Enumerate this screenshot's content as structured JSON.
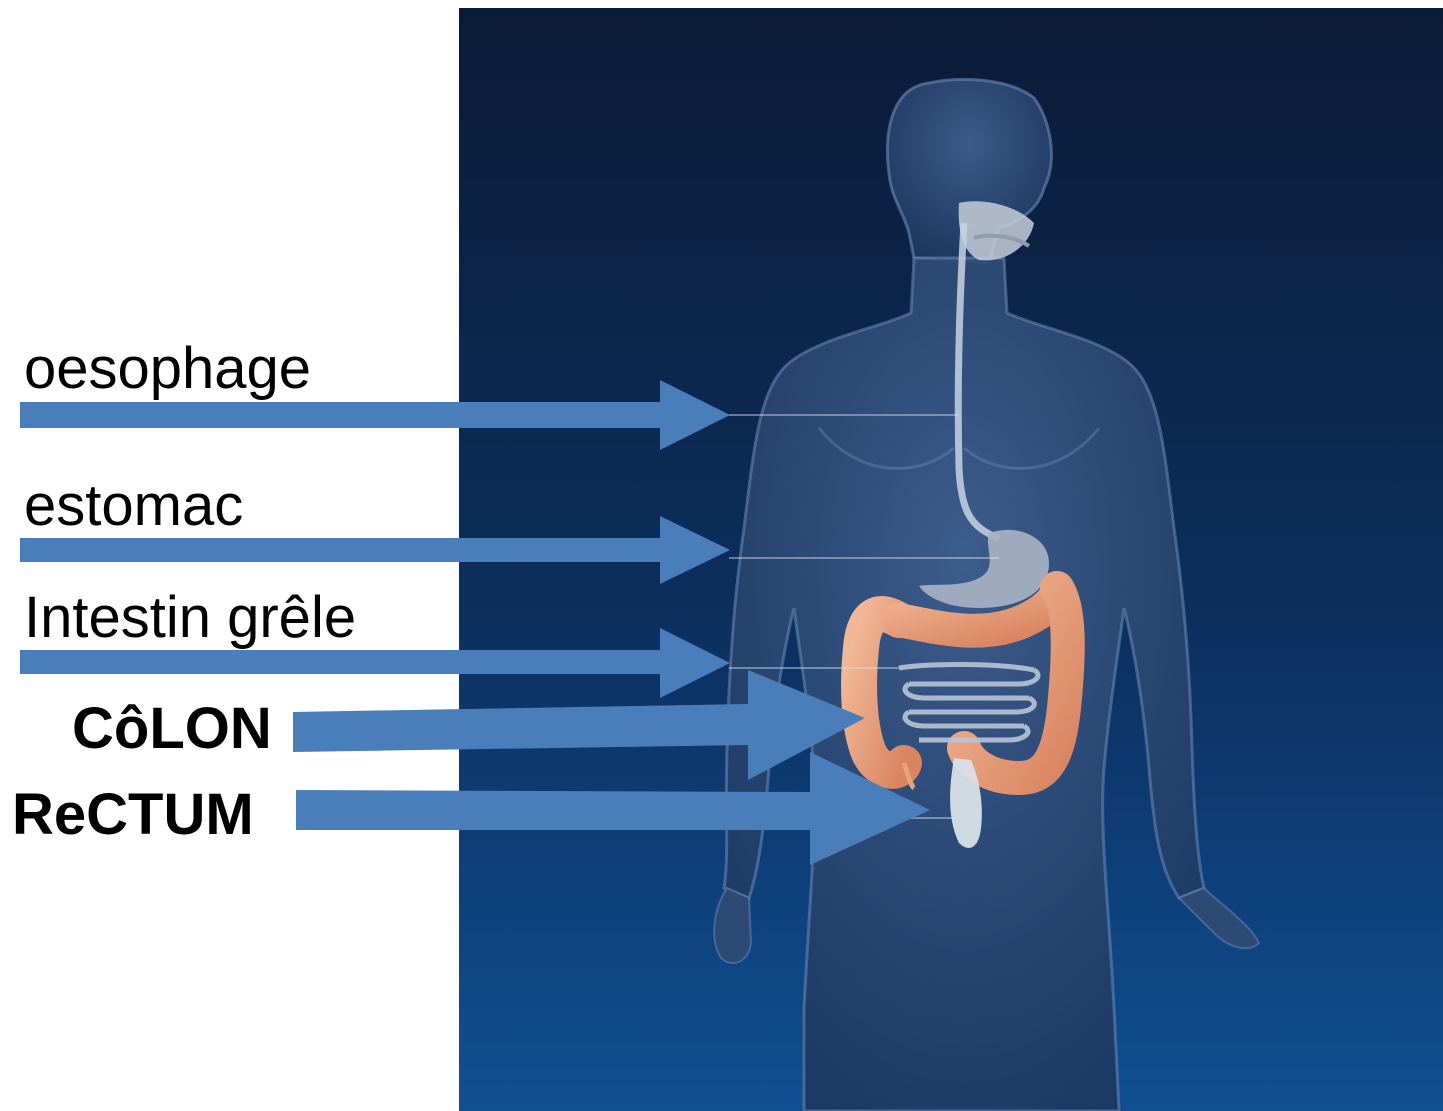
{
  "labels": {
    "oesophage": "oesophage",
    "estomac": "estomac",
    "intestin": "Intestin grêle",
    "colon": "CôLON",
    "rectum": "ReCTUM"
  },
  "colors": {
    "arrow": "#4a7ebb",
    "background_top": "#0c1e3a",
    "background_bottom": "#0f4d8f",
    "body": "#2e4a72",
    "colon": "#e8a07e",
    "stomach": "#9aa8bc"
  },
  "icons": {
    "body": "human-digestive-system-figure"
  }
}
